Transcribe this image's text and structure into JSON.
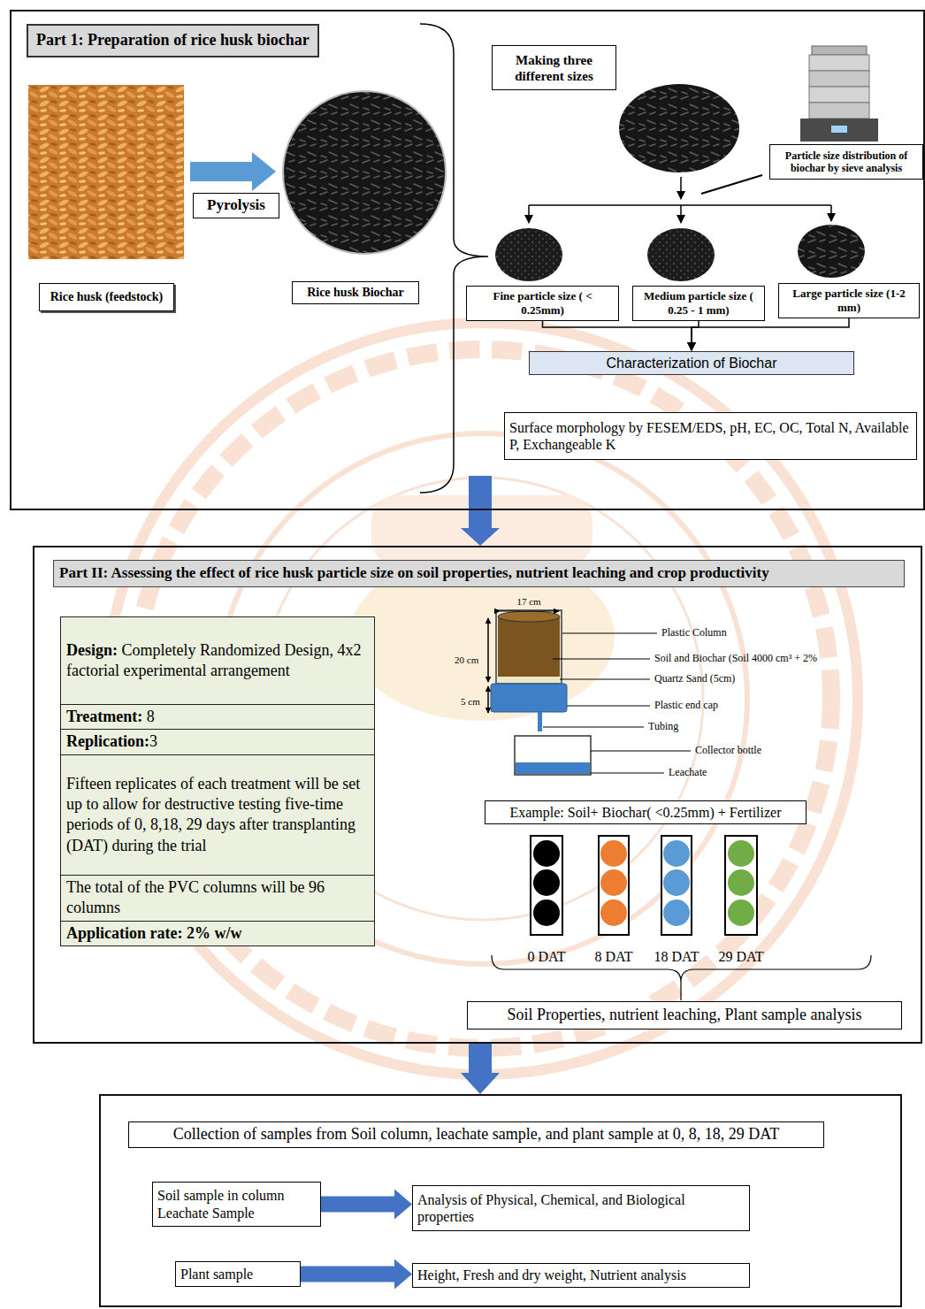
{
  "diagram": {
    "nodes": [
      {
        "text": [
          "Part 1: Preparation of rice husk biochar"
        ]
      },
      {
        "text": [
          "Pyrolysis"
        ],
        "in": 0
      },
      {
        "text": [
          "Rice husk (feedstock)"
        ],
        "in": 0
      },
      {
        "text": [
          "Rice husk Biochar"
        ],
        "in": 0
      },
      {
        "text": [
          "Making three different sizes"
        ],
        "in": 0
      },
      {
        "text": [
          "Particle size distribution of biochar by sieve analysis"
        ],
        "in": 0
      },
      {
        "text": [
          "Fine particle size ( < 0.25mm)"
        ],
        "in": 0
      },
      {
        "text": [
          "Medium particle size ( 0.25 - 1 mm)"
        ],
        "in": 0
      },
      {
        "text": [
          "Large particle size (1-2 mm)"
        ],
        "in": 0
      },
      {
        "text": [
          "Characterization of Biochar"
        ],
        "in": 0
      },
      {
        "text": [
          "Surface morphology by FESEM/EDS, pH, EC, OC, Total N, Available P, Exchangeable K"
        ],
        "in": 0
      },
      {
        "text": [
          "Part II: Assessing the effect of rice husk particle size on soil properties, nutrient leaching and crop productivity"
        ]
      },
      {
        "text": [
          "Design:",
          "Completely Randomized Design, 4x2 factorial experimental arrangement"
        ],
        "in": 11
      },
      {
        "text": [
          "Treatment:",
          "8"
        ],
        "in": 11
      },
      {
        "text": [
          "Replication:",
          "3"
        ],
        "in": 11
      },
      {
        "text": [
          "Fifteen replicates of each treatment will be set up to allow for destructive testing five-time periods of 0, 8,18, 29 days after transplanting (DAT) during the trial"
        ],
        "in": 11
      },
      {
        "text": [
          "The total of the PVC columns will be 96 columns"
        ],
        "in": 11
      },
      {
        "text": [
          "Application rate: 2% w/w"
        ],
        "in": 11
      },
      {
        "text": [
          "Example: Soil+ Biochar( <0.25mm) + Fertilizer"
        ],
        "in": 11
      },
      {
        "text": [
          "Soil Properties, nutrient leaching, Plant sample analysis"
        ],
        "in": 11
      },
      {
        "text": [
          "Collection of samples from Soil column, leachate sample, and plant sample at 0, 8, 18, 29 DAT"
        ]
      },
      {
        "text": [
          "Soil sample in column Leachate Sample"
        ],
        "in": 20
      },
      {
        "text": [
          "Analysis of Physical, Chemical, and Biological properties"
        ],
        "in": 20
      },
      {
        "text": [
          "Plant sample"
        ],
        "in": 20
      },
      {
        "text": [
          "Height, Fresh and dry weight, Nutrient analysis"
        ],
        "in": 20
      }
    ],
    "edges": [
      {
        "from": 0,
        "to": 11,
        "arrow": "to"
      },
      {
        "from": 6,
        "to": 9,
        "arrow": "to"
      },
      {
        "from": 7,
        "to": 9,
        "arrow": "to"
      },
      {
        "from": 8,
        "to": 9,
        "arrow": "to"
      },
      {
        "from": 11,
        "to": 20,
        "arrow": "to"
      },
      {
        "from": 21,
        "to": 22,
        "arrow": "to"
      },
      {
        "from": 23,
        "to": 24,
        "arrow": "to"
      }
    ],
    "labels": [
      "17 cm",
      "20 cm",
      "5 cm",
      "Plastic Column",
      "Soil and Biochar (Soil 4000 cm³ + 2%",
      "Quartz Sand (5cm)",
      "Plastic end cap",
      "Tubing",
      "Collector bottle",
      "Leachate",
      "0 DAT",
      "8 DAT",
      "18 DAT",
      "29 DAT"
    ]
  }
}
